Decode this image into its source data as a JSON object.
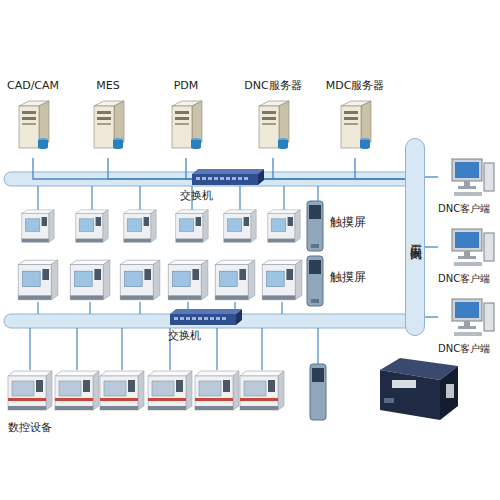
{
  "diagram": {
    "nodes": [
      {
        "text": [
          "CAD/CAM"
        ]
      },
      {
        "text": [
          "MES"
        ]
      },
      {
        "text": [
          "PDM"
        ]
      },
      {
        "text": [
          "DNC服务器"
        ]
      },
      {
        "text": [
          "MDC服务器"
        ]
      },
      {
        "text": [
          "交换机"
        ]
      },
      {
        "text": [
          "触摸屏"
        ]
      },
      {
        "text": [
          "触摸屏"
        ]
      },
      {
        "text": [
          "交换机"
        ]
      },
      {
        "text": [
          "工厂以太网"
        ]
      },
      {
        "text": [
          "DNC客户端"
        ]
      },
      {
        "text": [
          "DNC客户端"
        ]
      },
      {
        "text": [
          "DNC客户端"
        ]
      }
    ],
    "edges": [
      {
        "from": 0,
        "to": 9,
        "arrow": "none"
      },
      {
        "from": 1,
        "to": 9,
        "arrow": "none"
      },
      {
        "from": 2,
        "to": 9,
        "arrow": "none"
      },
      {
        "from": 3,
        "to": 9,
        "arrow": "none"
      },
      {
        "from": 4,
        "to": 9,
        "arrow": "none"
      },
      {
        "from": 9,
        "to": 10,
        "arrow": "none"
      },
      {
        "from": 9,
        "to": 11,
        "arrow": "none"
      },
      {
        "from": 9,
        "to": 12,
        "arrow": "none"
      }
    ],
    "labels": [
      "数控设备"
    ]
  }
}
